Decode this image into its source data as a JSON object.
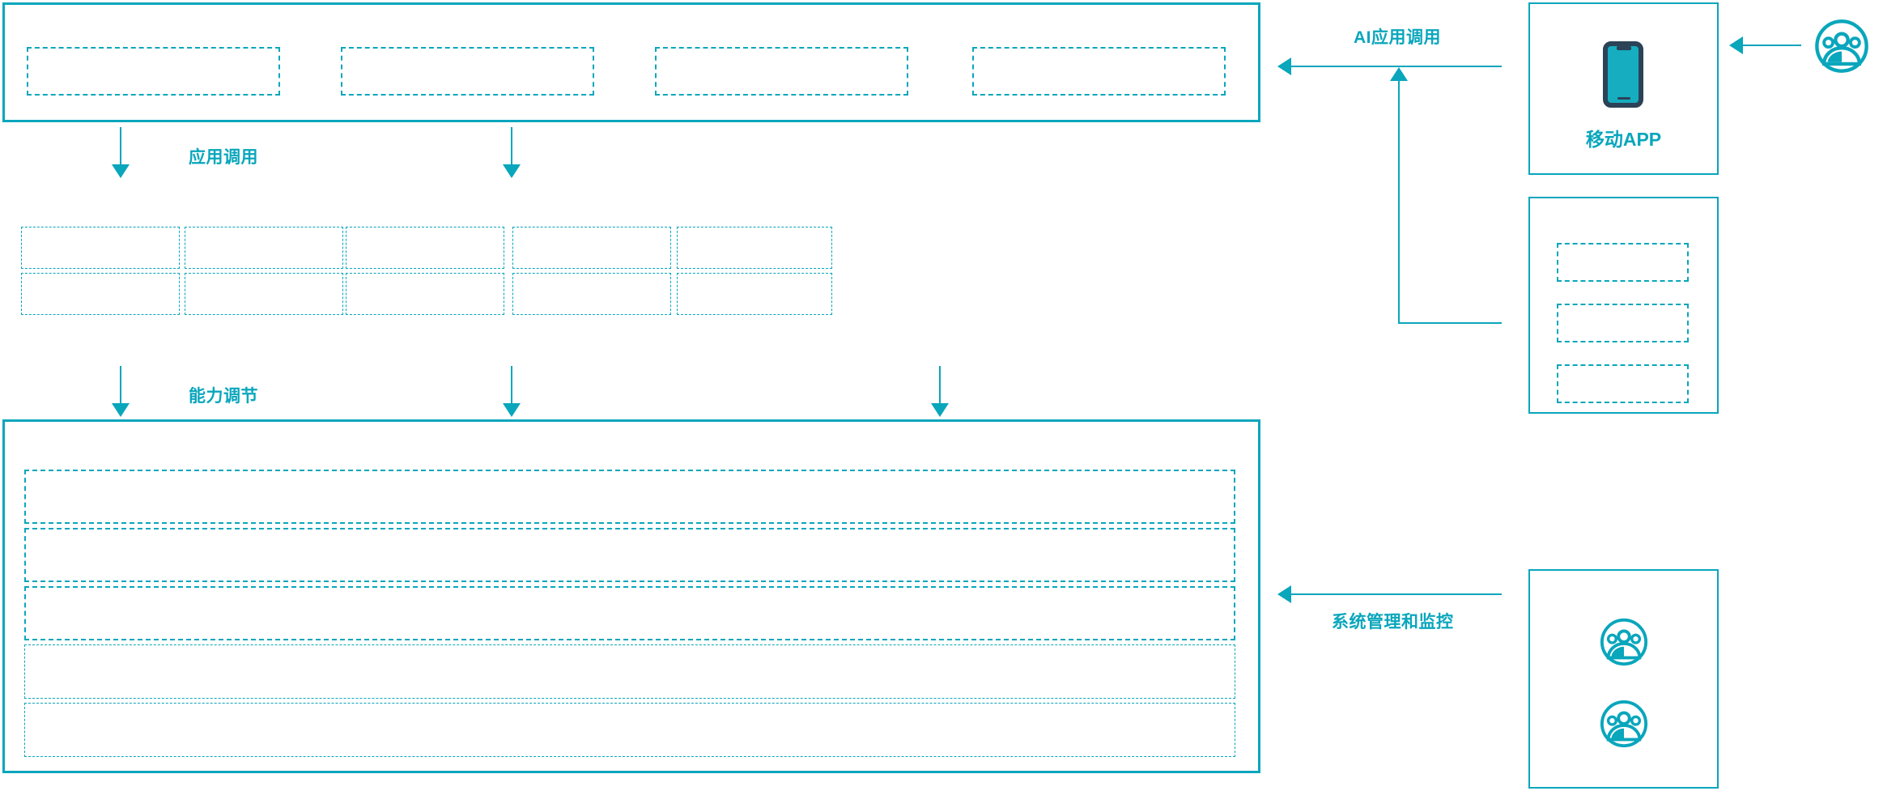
{
  "theme": {
    "accent": "#09A6BC",
    "icon_dark": "#2B4257",
    "background": "#FFFFFF"
  },
  "diagram": {
    "title": "",
    "layers": [
      {
        "id": "application-layer",
        "name": "application-layer",
        "slot_count": 4,
        "slots": [
          {
            "label": ""
          },
          {
            "label": ""
          },
          {
            "label": ""
          },
          {
            "label": ""
          }
        ]
      },
      {
        "id": "capability-layer",
        "name": "capability-layer",
        "columns": 5,
        "rows": 2,
        "slots": [
          {
            "label": ""
          },
          {
            "label": ""
          },
          {
            "label": ""
          },
          {
            "label": ""
          },
          {
            "label": ""
          },
          {
            "label": ""
          },
          {
            "label": ""
          },
          {
            "label": ""
          },
          {
            "label": ""
          },
          {
            "label": ""
          }
        ]
      },
      {
        "id": "platform-layer",
        "name": "platform-layer",
        "slot_count": 5,
        "slots": [
          {
            "label": ""
          },
          {
            "label": ""
          },
          {
            "label": ""
          },
          {
            "label": ""
          },
          {
            "label": ""
          }
        ]
      }
    ],
    "flows": [
      {
        "id": "app-invoke",
        "label": "应用调用",
        "direction": "down",
        "arrow_count": 2
      },
      {
        "id": "capability-adjust",
        "label": "能力调节",
        "direction": "down",
        "arrow_count": 3
      },
      {
        "id": "ai-app-invoke",
        "label": "AI应用调用",
        "direction": "left",
        "arrow_count": 1
      },
      {
        "id": "system-admin",
        "label": "系统管理和监控",
        "direction": "left",
        "arrow_count": 1
      }
    ],
    "side_panels": [
      {
        "id": "mobile-app-card",
        "name": "mobile-app-card",
        "label": "移动APP",
        "icon": "smartphone-icon",
        "slot_count": 0
      },
      {
        "id": "channel-card",
        "name": "channel-card",
        "label": "",
        "icon": "",
        "slot_count": 3,
        "slots": [
          {
            "label": ""
          },
          {
            "label": ""
          },
          {
            "label": ""
          }
        ]
      },
      {
        "id": "operator-card",
        "name": "operator-card",
        "label": "",
        "icon": "user-group-icon",
        "icon_count": 2,
        "slot_count": 0
      }
    ],
    "actors": [
      {
        "id": "end-user",
        "name": "end-user-actor",
        "icon": "user-group-icon",
        "label": ""
      }
    ]
  }
}
